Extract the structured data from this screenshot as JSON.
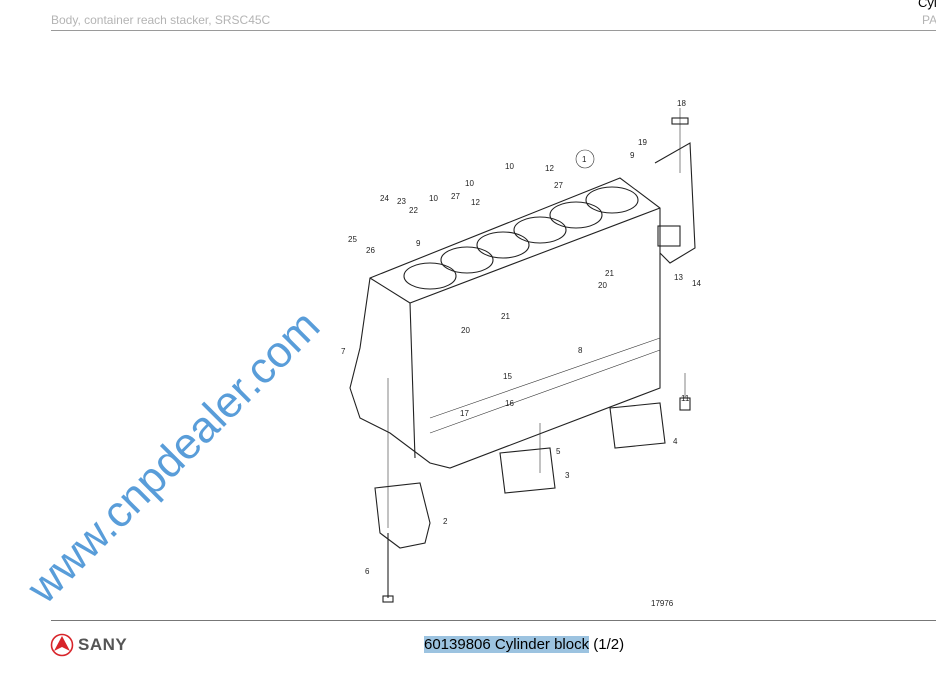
{
  "header": {
    "document_title": "Body, container reach stacker, SRSC45C",
    "right_top_fragment": "Cyli",
    "right_fragment": "PA"
  },
  "diagram": {
    "figure_number": "17976",
    "watermark": "www.cnpdealer.com",
    "callouts": [
      "18",
      "19",
      "9",
      "1",
      "10",
      "12",
      "27",
      "10",
      "27",
      "12",
      "24",
      "23",
      "22",
      "25",
      "26",
      "10",
      "9",
      "21",
      "20",
      "13",
      "14",
      "7",
      "20",
      "21",
      "8",
      "15",
      "16",
      "17",
      "11",
      "4",
      "5",
      "3",
      "2",
      "6"
    ]
  },
  "footer": {
    "brand": "SANY",
    "brand_color": "#d8242a",
    "caption_highlighted": "60139806 Cylinder block",
    "caption_page": " (1/2)"
  }
}
